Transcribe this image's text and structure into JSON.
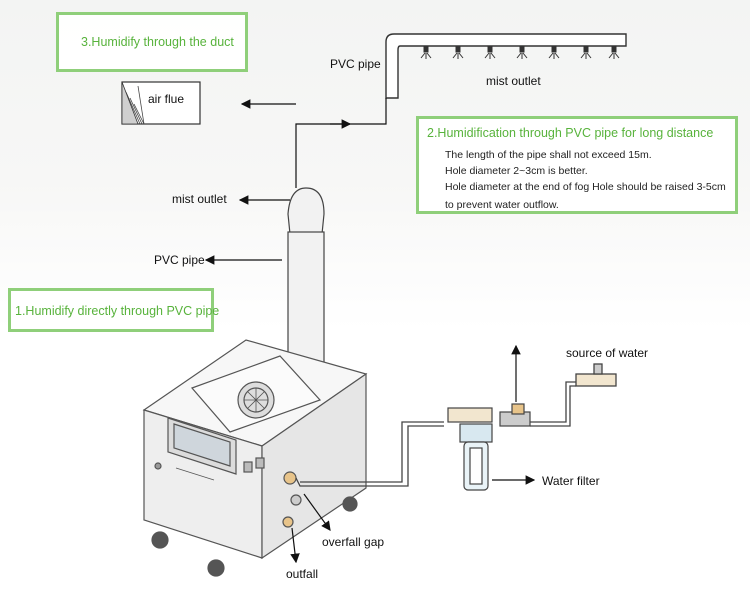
{
  "boxes": {
    "duct": {
      "title": "3.Humidify through the duct"
    },
    "long_distance": {
      "title": "2.Humidification through PVC pipe for long distance",
      "notes": [
        "The length of the pipe shall not exceed 15m.",
        "Hole diameter 2~3cm is better.",
        "Hole diameter at the end of fog Hole should be raised 3-5cm",
        "to prevent water outflow."
      ]
    },
    "direct": {
      "title": "1.Humidify directly through PVC pipe"
    }
  },
  "labels": {
    "pvc_pipe_top": "PVC pipe",
    "mist_outlet_top": "mist outlet",
    "air_flue": "air flue",
    "mist_outlet": "mist outlet",
    "pvc_pipe": "PVC pipe",
    "source_of_water": "source of water",
    "water_filter": "Water filter",
    "overfall_gap": "overfall gap",
    "outfall": "outfall"
  },
  "colors": {
    "box_border": "#8fcf7a",
    "box_title": "#58b33c",
    "machine_fill": "#f4f4f4",
    "machine_stroke": "#555555"
  }
}
